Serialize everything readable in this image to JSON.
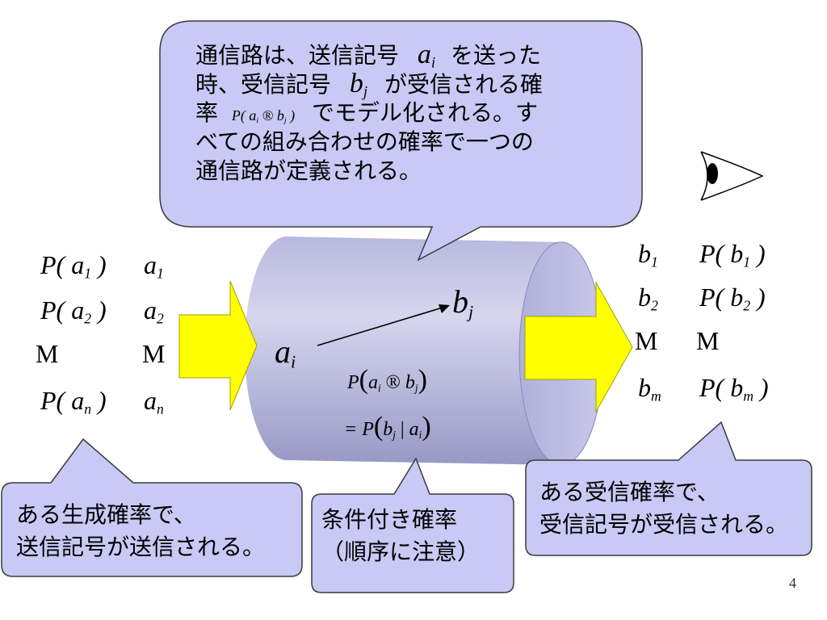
{
  "main_callout": {
    "line1_pre": "通信路は、送信記号",
    "line1_var": "a",
    "line1_var_sub": "i",
    "line1_post": "を送った",
    "line2_pre": "時、受信記号",
    "line2_var": "b",
    "line2_var_sub": "j",
    "line2_post": "が受信される確",
    "line3_pre": "率",
    "line3_formula": "P( a",
    "line3_formula_sub1": "i",
    "line3_formula_mid": " ® b",
    "line3_formula_sub2": "j",
    "line3_formula_end": " )",
    "line3_post": "でモデル化される。す",
    "line4": "べての組み合わせの確率で一つの",
    "line5": "通信路が定義される。"
  },
  "source": {
    "rows": [
      {
        "prob": "P( a",
        "prob_sub": "1",
        "prob_end": " )",
        "sym": "a",
        "sym_sub": "1"
      },
      {
        "prob": "P( a",
        "prob_sub": "2",
        "prob_end": " )",
        "sym": "a",
        "sym_sub": "2"
      },
      {
        "prob": "M",
        "prob_sub": "",
        "prob_end": "",
        "sym": "M",
        "sym_sub": ""
      },
      {
        "prob": "P( a",
        "prob_sub": "n",
        "prob_end": " )",
        "sym": "a",
        "sym_sub": "n"
      }
    ]
  },
  "receiver": {
    "rows": [
      {
        "sym": "b",
        "sym_sub": "1",
        "prob": "P( b",
        "prob_sub": "1",
        "prob_end": " )"
      },
      {
        "sym": "b",
        "sym_sub": "2",
        "prob": "P( b",
        "prob_sub": "2",
        "prob_end": " )"
      },
      {
        "sym": "M",
        "sym_sub": "",
        "prob": "M",
        "prob_sub": "",
        "prob_end": ""
      },
      {
        "sym": "b",
        "sym_sub": "m",
        "prob": "P( b",
        "prob_sub": "m",
        "prob_end": " )"
      }
    ]
  },
  "channel": {
    "ai": "a",
    "ai_sub": "i",
    "bj": "b",
    "bj_sub": "j",
    "eq1_pre": "P",
    "eq1_a": "a",
    "eq1_a_sub": "i",
    "eq1_mid": " ® ",
    "eq1_b": "b",
    "eq1_b_sub": "j",
    "eq2_pre": "= P",
    "eq2_b": "b",
    "eq2_b_sub": "j",
    "eq2_mid": " | ",
    "eq2_a": "a",
    "eq2_a_sub": "i"
  },
  "callout_left": {
    "line1": "ある生成確率で、",
    "line2": "送信記号が送信される。"
  },
  "callout_mid": {
    "line1": "条件付き確率",
    "line2": "（順序に注意）"
  },
  "callout_right": {
    "line1": "ある受信確率で、",
    "line2": "受信記号が受信される。"
  },
  "page_number": "4",
  "colors": {
    "callout_fill": "#c9c9f5",
    "callout_stroke": "#3a3a3a",
    "arrow_fill": "#ffff00",
    "cylinder": "#a8a8d6"
  }
}
